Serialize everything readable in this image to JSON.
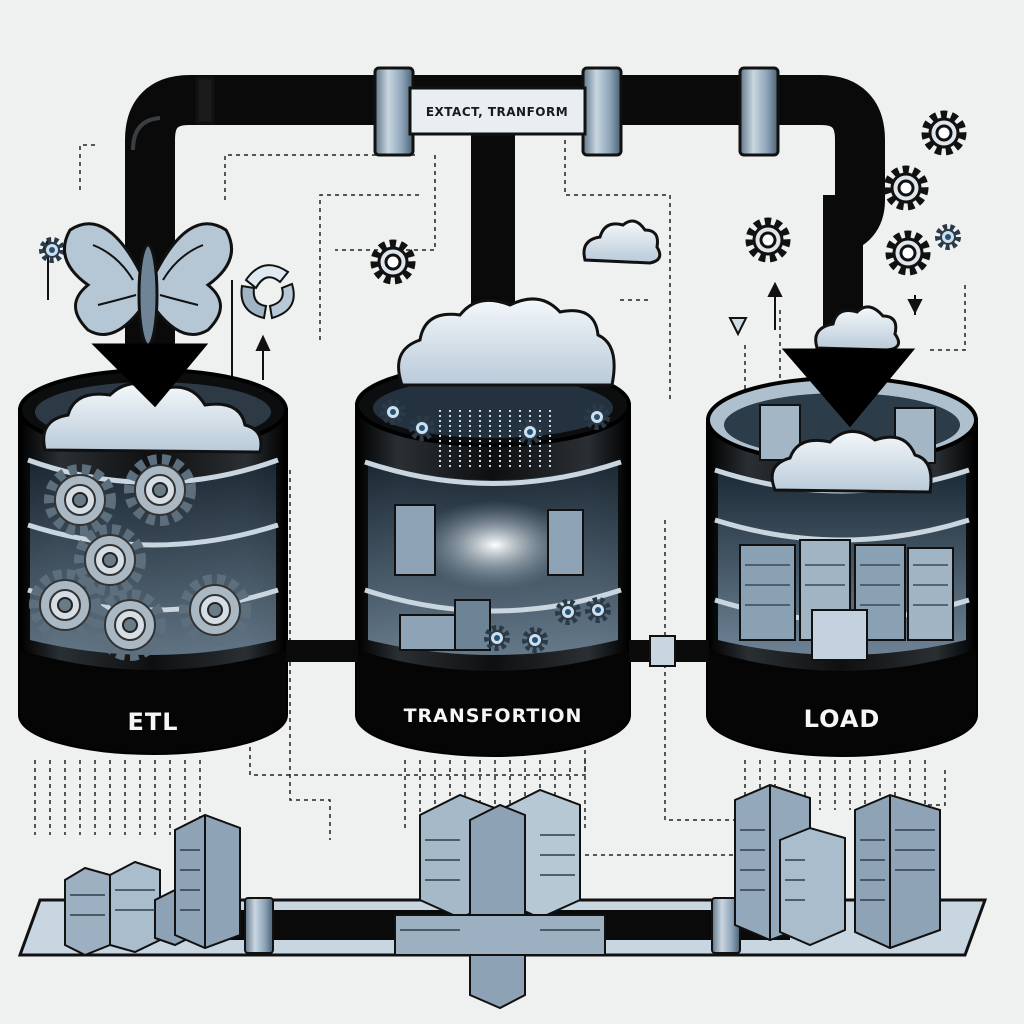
{
  "pipe_label": "EXTACT, TRANFORM",
  "tanks": [
    {
      "id": "etl",
      "label": "ETL"
    },
    {
      "id": "transformation",
      "label": "TRANSFORTION"
    },
    {
      "id": "load",
      "label": "LOAD"
    }
  ],
  "colors": {
    "background": "#eef1f0",
    "pipe": "#0a0a0a",
    "steel": "#8fa6ba",
    "steel_light": "#c9d6e0",
    "cloud": "#dde7ef",
    "ink": "#111111"
  },
  "icons": [
    "butterfly-icon",
    "gear-icon",
    "cloud-icon",
    "server-rack-icon",
    "down-arrow-icon",
    "recycle-icon"
  ]
}
